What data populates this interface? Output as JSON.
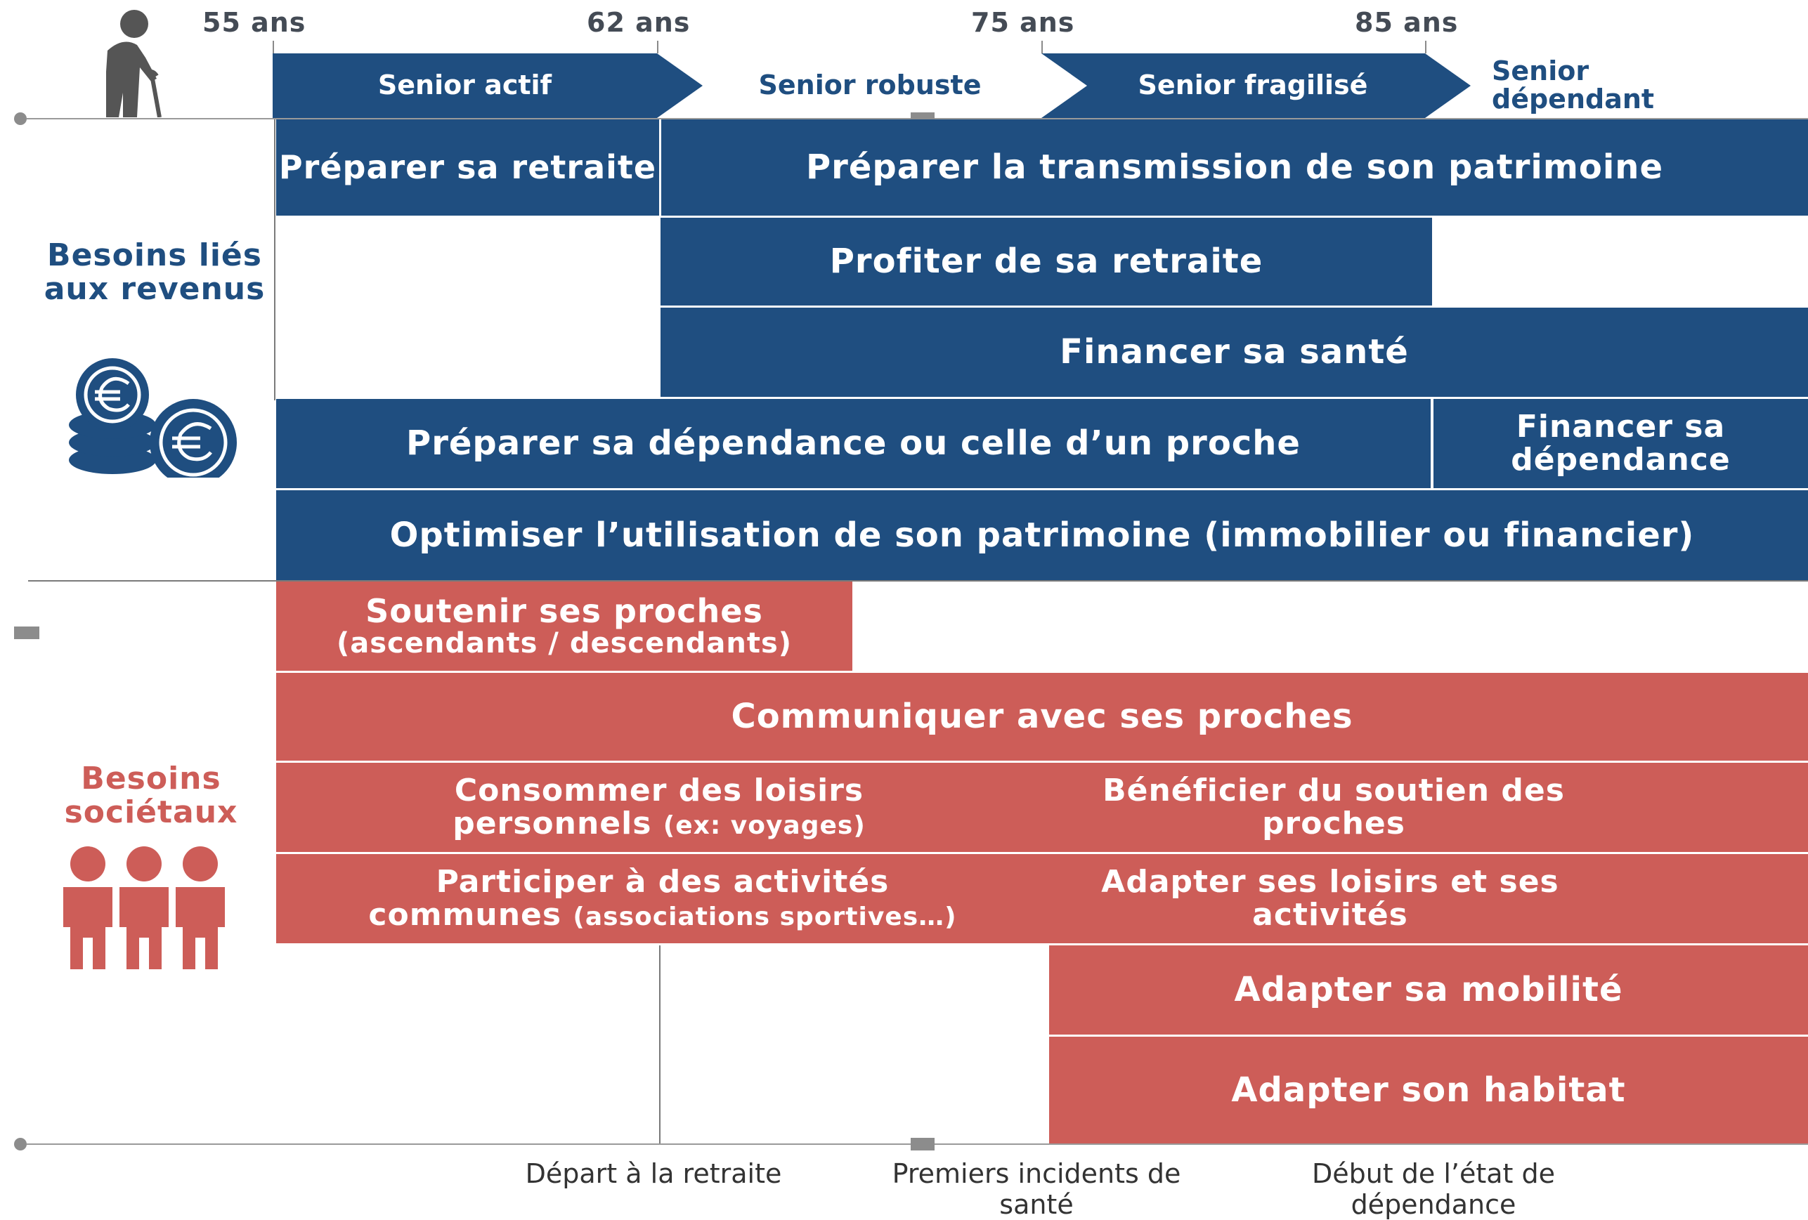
{
  "ages": [
    "55 ans",
    "62 ans",
    "75 ans",
    "85 ans"
  ],
  "stages": [
    "Senior actif",
    "Senior robuste",
    "Senior fragilisé",
    "Senior dépendant"
  ],
  "revenue_needs": {
    "title": "Besoins liés aux revenus",
    "bars": [
      "Préparer sa retraite",
      "Préparer la transmission de son patrimoine",
      "Profiter de sa retraite",
      "Financer sa santé",
      "Préparer sa dépendance ou celle d’un proche",
      "Financer sa dépendance",
      "Optimiser l’utilisation de son patrimoine (immobilier ou financier)"
    ]
  },
  "societal_needs": {
    "title": "Besoins sociétaux",
    "bars": [
      "Soutenir ses proches",
      "(ascendants / descendants)",
      "Communiquer avec ses proches",
      "Consommer des loisirs",
      "personnels",
      "(ex: voyages)",
      "Bénéficier du soutien des proches",
      "Participer à des activités",
      "communes",
      "(associations sportives…)",
      "Adapter ses loisirs et ses activités",
      "Adapter sa mobilité",
      "Adapter son habitat"
    ]
  },
  "milestones": [
    "Départ à la retraite",
    "Premiers incidents de santé",
    "Début de l’état de dépendance"
  ],
  "colors": {
    "blue": "#1f4e80",
    "red": "#cd5d58"
  },
  "icons": [
    "senior-person-icon",
    "euro-coins-icon",
    "people-group-icon"
  ]
}
